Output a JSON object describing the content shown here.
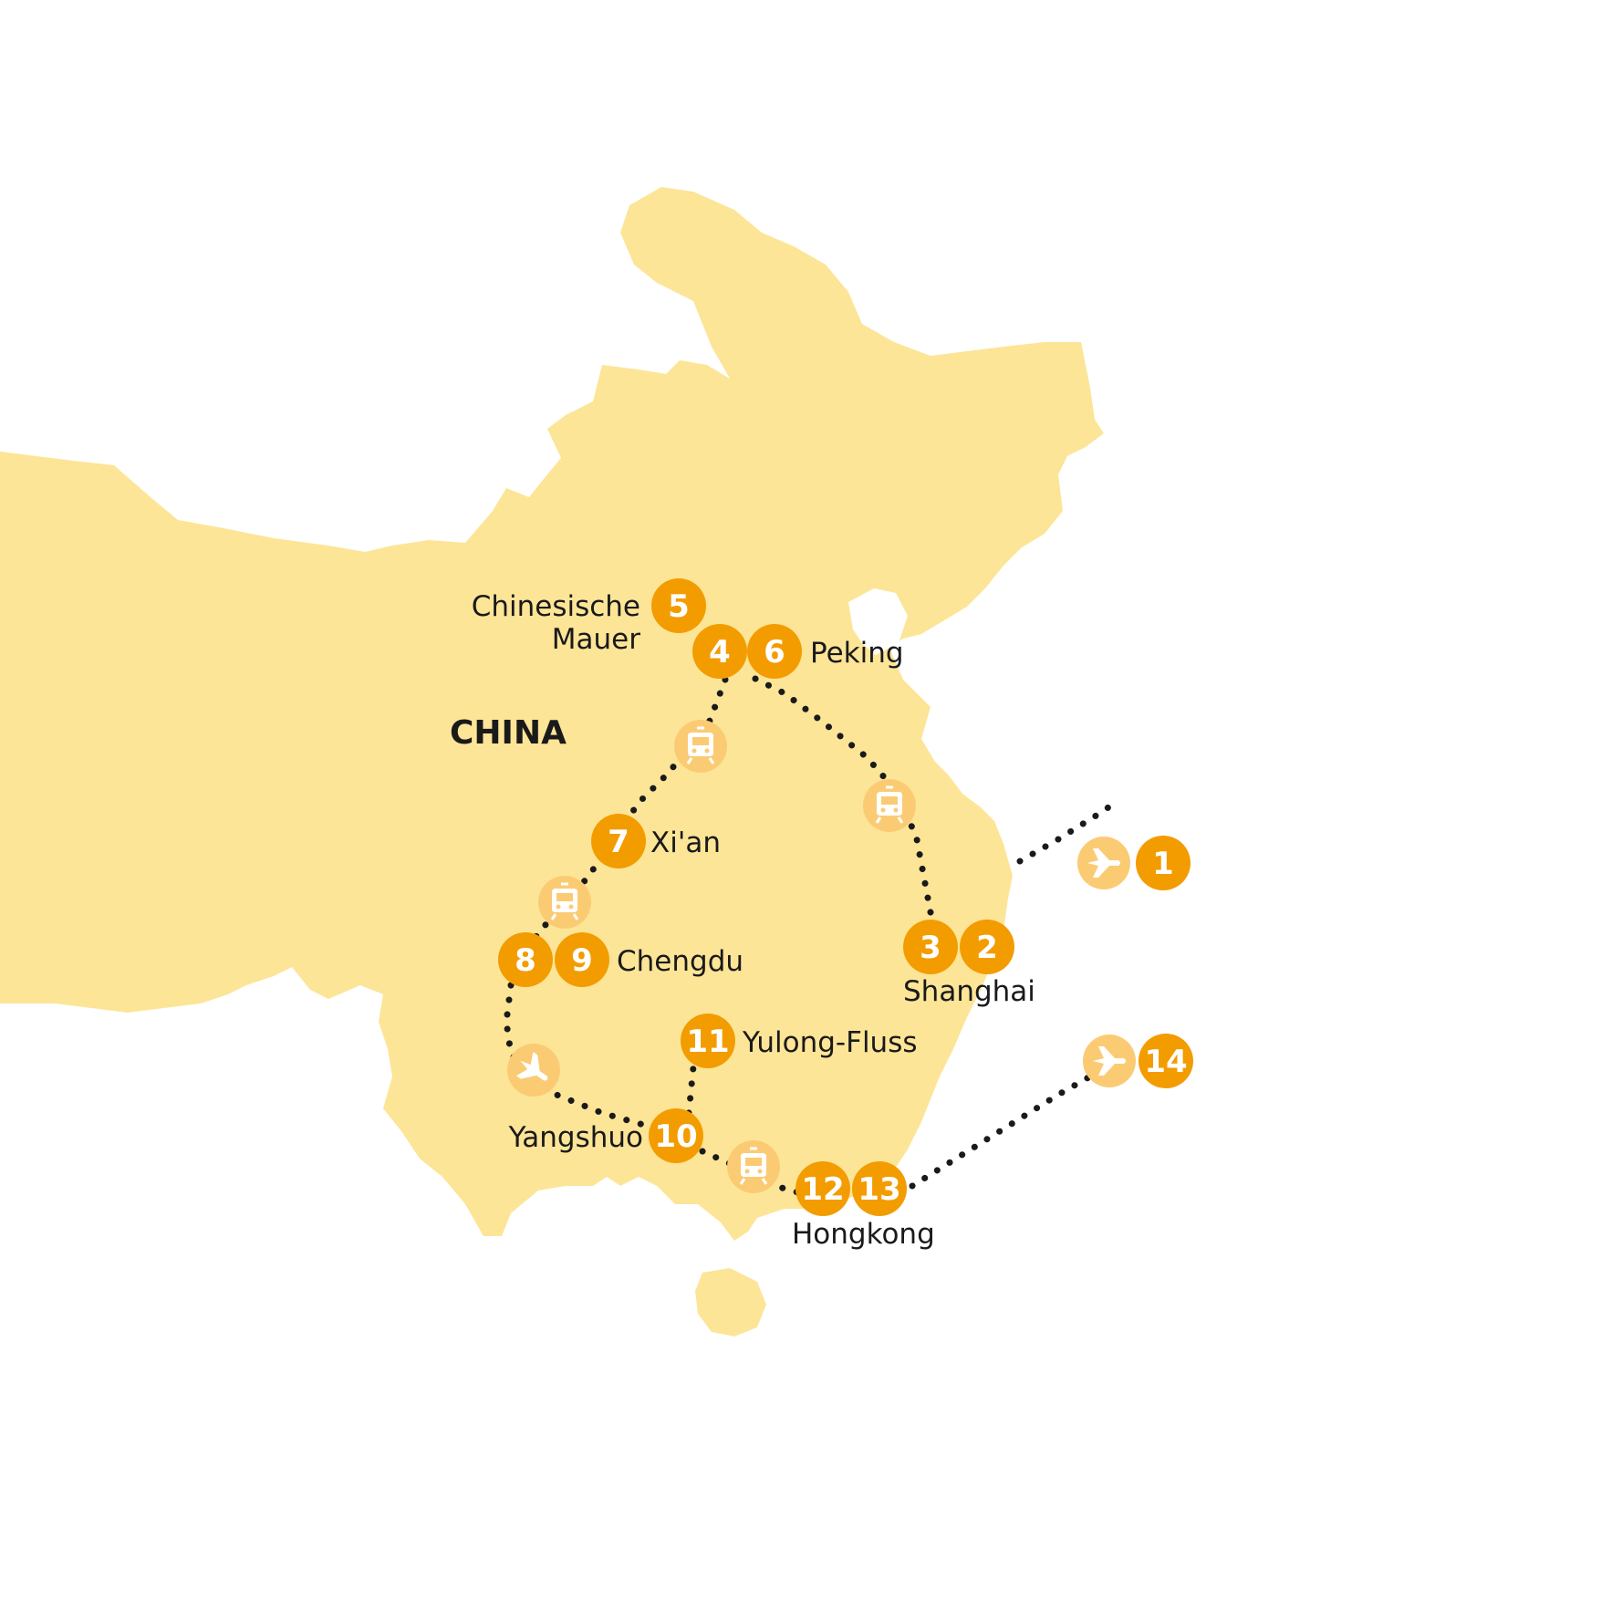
{
  "country_label": "CHINA",
  "colors": {
    "land": "#fde597",
    "stop_marker": "#f39c00",
    "transport_marker": "#fbcb74",
    "route": "#1a1a1a",
    "text": "#1a1a1a"
  },
  "stops": [
    "1",
    "2",
    "3",
    "4",
    "5",
    "6",
    "7",
    "8",
    "9",
    "10",
    "11",
    "12",
    "13",
    "14"
  ],
  "places": {
    "great_wall_line1": "Chinesische",
    "great_wall_line2": "Mauer",
    "beijing": "Peking",
    "xian": "Xi'an",
    "chengdu": "Chengdu",
    "shanghai": "Shanghai",
    "yulong": "Yulong-Fluss",
    "yangshuo": "Yangshuo",
    "hongkong": "Hongkong"
  },
  "transport_icons": [
    "plane-icon",
    "train-icon"
  ]
}
